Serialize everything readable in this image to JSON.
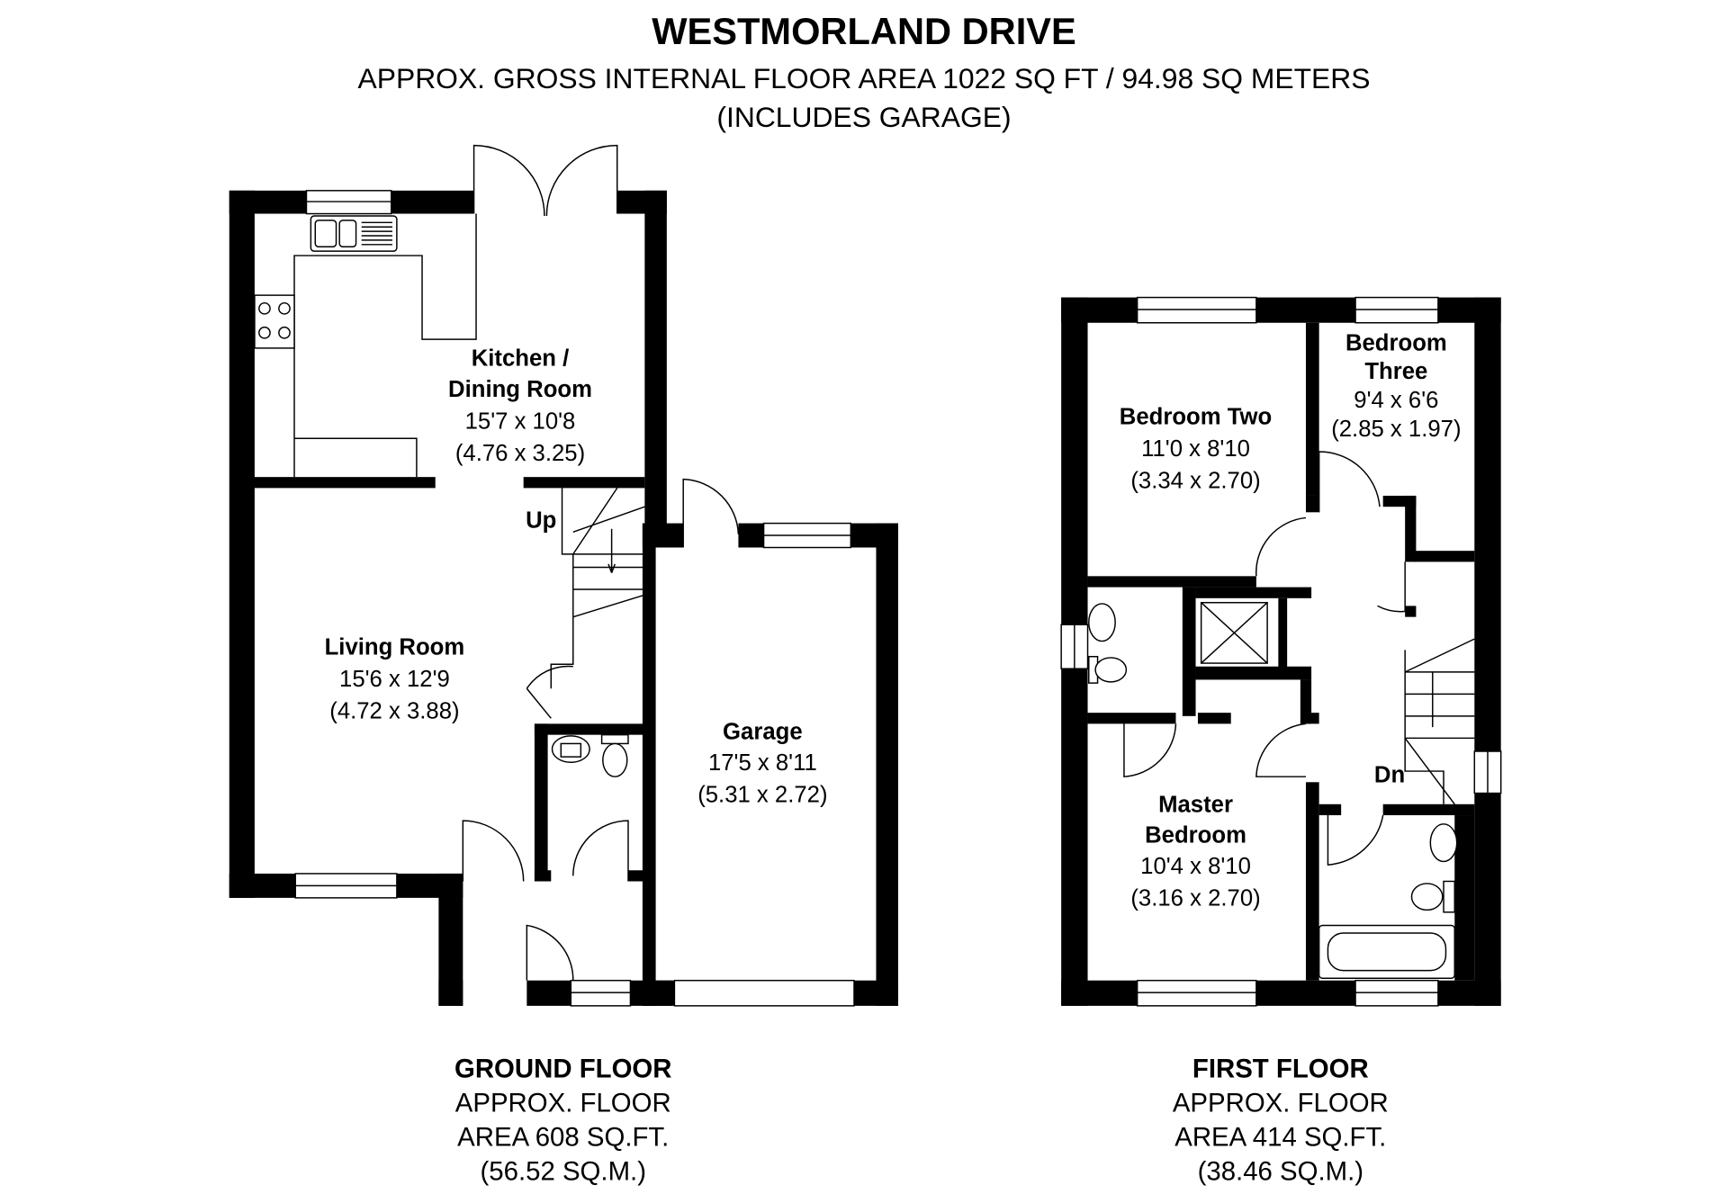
{
  "header": {
    "title": "WESTMORLAND DRIVE",
    "subtitle": "APPROX. GROSS INTERNAL FLOOR AREA 1022 SQ FT / 94.98 SQ METERS",
    "note": "(INCLUDES GARAGE)"
  },
  "ground_floor": {
    "rooms": [
      {
        "name_lines": [
          "Kitchen /",
          "Dining Room"
        ],
        "imperial": "15'7 x 10'8",
        "metric": "(4.76 x 3.25)"
      },
      {
        "name_lines": [
          "Living Room"
        ],
        "imperial": "15'6 x 12'9",
        "metric": "(4.72 x 3.88)"
      },
      {
        "name_lines": [
          "Garage"
        ],
        "imperial": "17'5 x 8'11",
        "metric": "(5.31 x 2.72)"
      }
    ],
    "stairs_label": "Up",
    "caption": {
      "title": "GROUND FLOOR",
      "line1": "APPROX. FLOOR",
      "line2": "AREA 608 SQ.FT.",
      "line3": "(56.52 SQ.M.)"
    }
  },
  "first_floor": {
    "rooms": [
      {
        "name_lines": [
          "Bedroom Two"
        ],
        "imperial": "11'0 x 8'10",
        "metric": "(3.34 x 2.70)"
      },
      {
        "name_lines": [
          "Bedroom",
          "Three"
        ],
        "imperial": "9'4 x 6'6",
        "metric": "(2.85 x 1.97)"
      },
      {
        "name_lines": [
          "Master",
          "Bedroom"
        ],
        "imperial": "10'4 x 8'10",
        "metric": "(3.16 x 2.70)"
      }
    ],
    "stairs_label": "Dn",
    "caption": {
      "title": "FIRST FLOOR",
      "line1": "APPROX. FLOOR",
      "line2": "AREA 414 SQ.FT.",
      "line3": "(38.46 SQ.M.)"
    }
  }
}
